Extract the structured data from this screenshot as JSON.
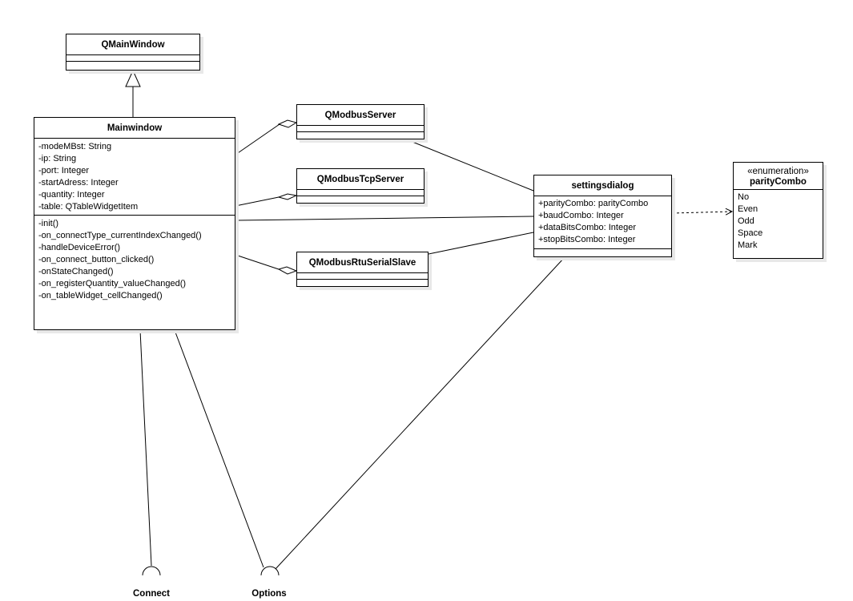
{
  "classes": {
    "qmainwindow": {
      "name": "QMainWindow"
    },
    "mainwindow": {
      "name": "Mainwindow",
      "attributes": [
        "-modeMBst: String",
        "-ip: String",
        "-port: Integer",
        "-startAdress: Integer",
        "-quantity: Integer",
        "-table: QTableWidgetItem"
      ],
      "operations": [
        "-init()",
        "-on_connectType_currentIndexChanged()",
        "-handleDeviceError()",
        "-on_connect_button_clicked()",
        "-onStateChanged()",
        "-on_registerQuantity_valueChanged()",
        "-on_tableWidget_cellChanged()"
      ]
    },
    "qmodbusserver": {
      "name": "QModbusServer"
    },
    "qmodbustcpserver": {
      "name": "QModbusTcpServer"
    },
    "qmodbusrtuserialslave": {
      "name": "QModbusRtuSerialSlave"
    },
    "settingsdialog": {
      "name": "settingsdialog",
      "attributes": [
        "+parityCombo: parityCombo",
        "+baudCombo: Integer",
        "+dataBitsCombo: Integer",
        "+stopBitsCombo: Integer"
      ]
    },
    "paritycombo": {
      "stereotype": "«enumeration»",
      "name": "parityCombo",
      "literals": [
        "No",
        "Even",
        "Odd",
        "Space",
        "Mark"
      ]
    }
  },
  "interfaces": {
    "connect": "Connect",
    "options": "Options"
  }
}
